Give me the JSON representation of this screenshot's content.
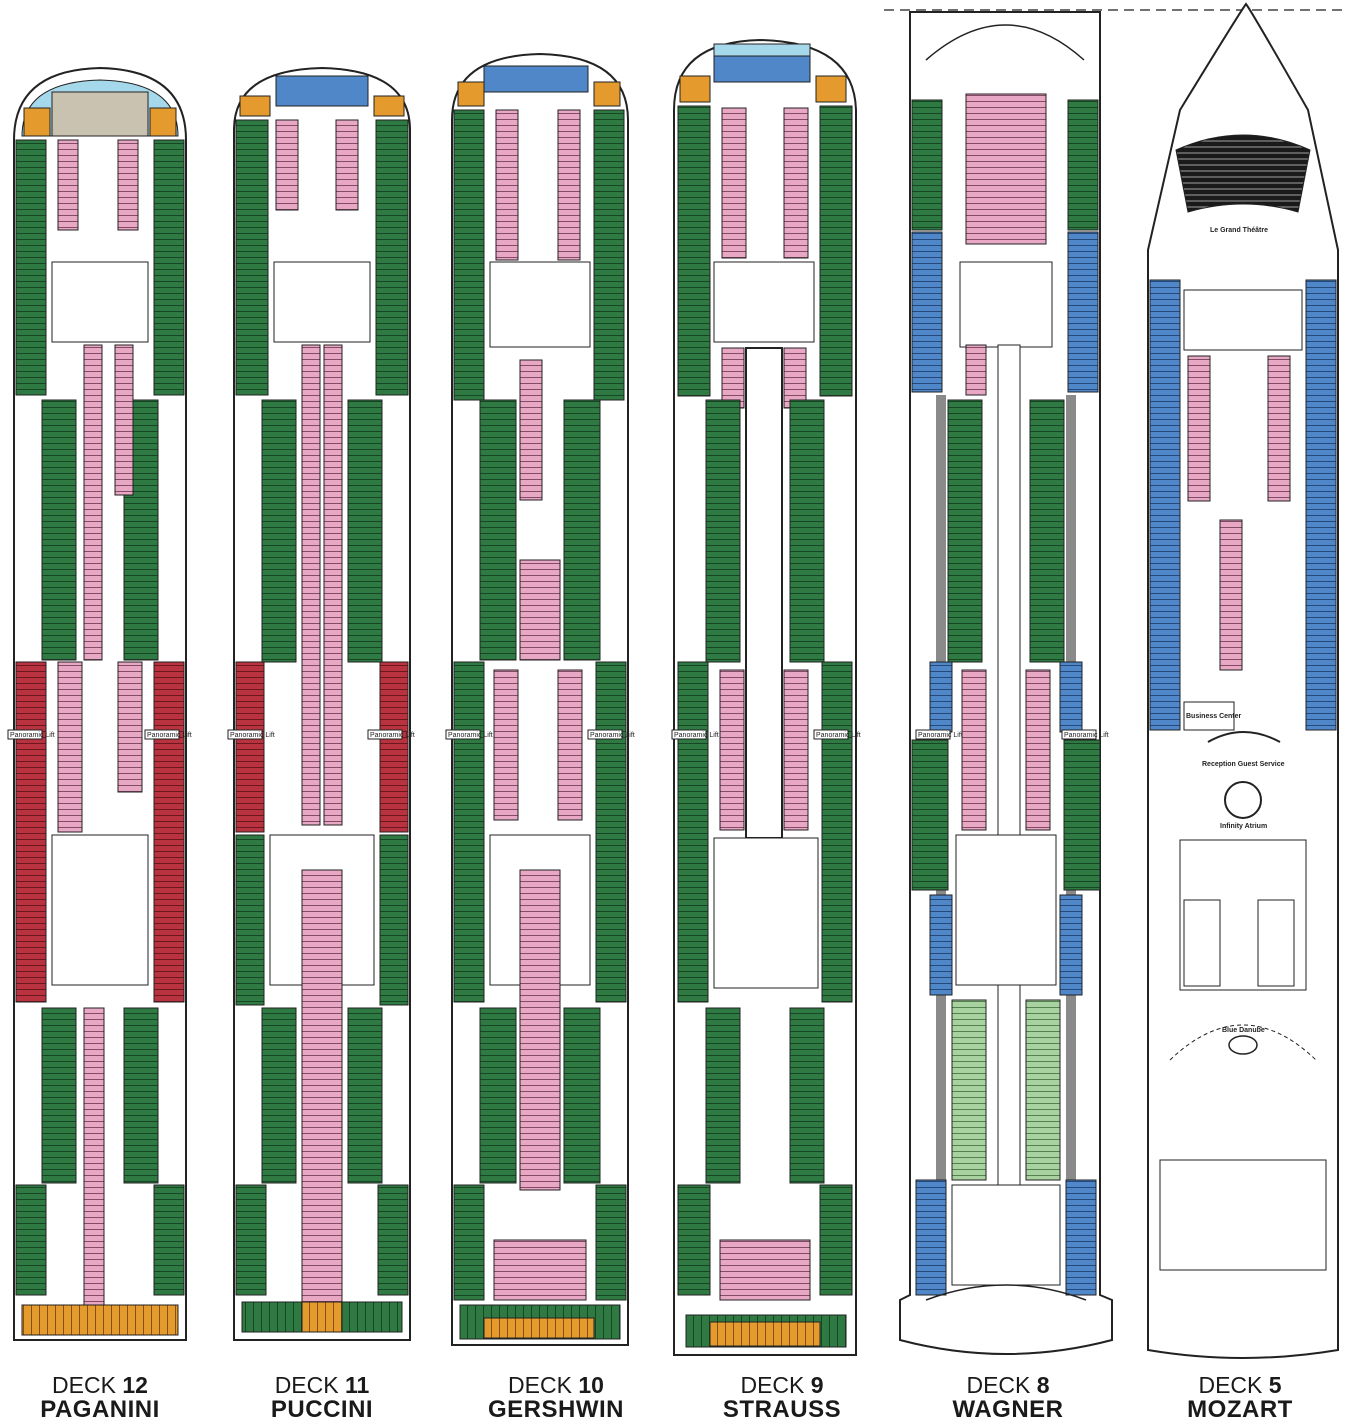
{
  "colors": {
    "balcony": "#2e7a42",
    "balcony_light": "#a8d3a0",
    "interior": "#e8a8c4",
    "suite": "#b8333f",
    "ocean_view": "#4f87c8",
    "aft_suite": "#e59a2e",
    "yacht_club": "#a5d8ea",
    "deck_outline": "#222222",
    "walkway": "#8a8a8a"
  },
  "decks": [
    {
      "id": "deck-12",
      "prefix": "DECK ",
      "number": "12",
      "name": "PAGANINI",
      "icon_labels": [
        "Panoramic Lift",
        "Panoramic Lift"
      ]
    },
    {
      "id": "deck-11",
      "prefix": "DECK ",
      "number": "11",
      "name": "PUCCINI",
      "icon_labels": [
        "Panoramic Lift",
        "Panoramic Lift"
      ]
    },
    {
      "id": "deck-10",
      "prefix": "DECK ",
      "number": "10",
      "name": "GERSHWIN",
      "icon_labels": [
        "Panoramic Lift",
        "Panoramic Lift"
      ]
    },
    {
      "id": "deck-9",
      "prefix": "DECK ",
      "number": "9",
      "name": "STRAUSS",
      "icon_labels": [
        "Panoramic Lift",
        "Panoramic Lift"
      ]
    },
    {
      "id": "deck-8",
      "prefix": "DECK ",
      "number": "8",
      "name": "WAGNER",
      "icon_labels": [
        "Panoramic Lift",
        "Panoramic Lift"
      ]
    },
    {
      "id": "deck-5",
      "prefix": "DECK ",
      "number": "5",
      "name": "MOZART",
      "venues": {
        "theatre": "Le Grand Théâtre",
        "business": "Business Center",
        "reception": "Reception Guest Service",
        "atrium": "Infinity Atrium",
        "lounge": "Blue Danube"
      }
    }
  ]
}
